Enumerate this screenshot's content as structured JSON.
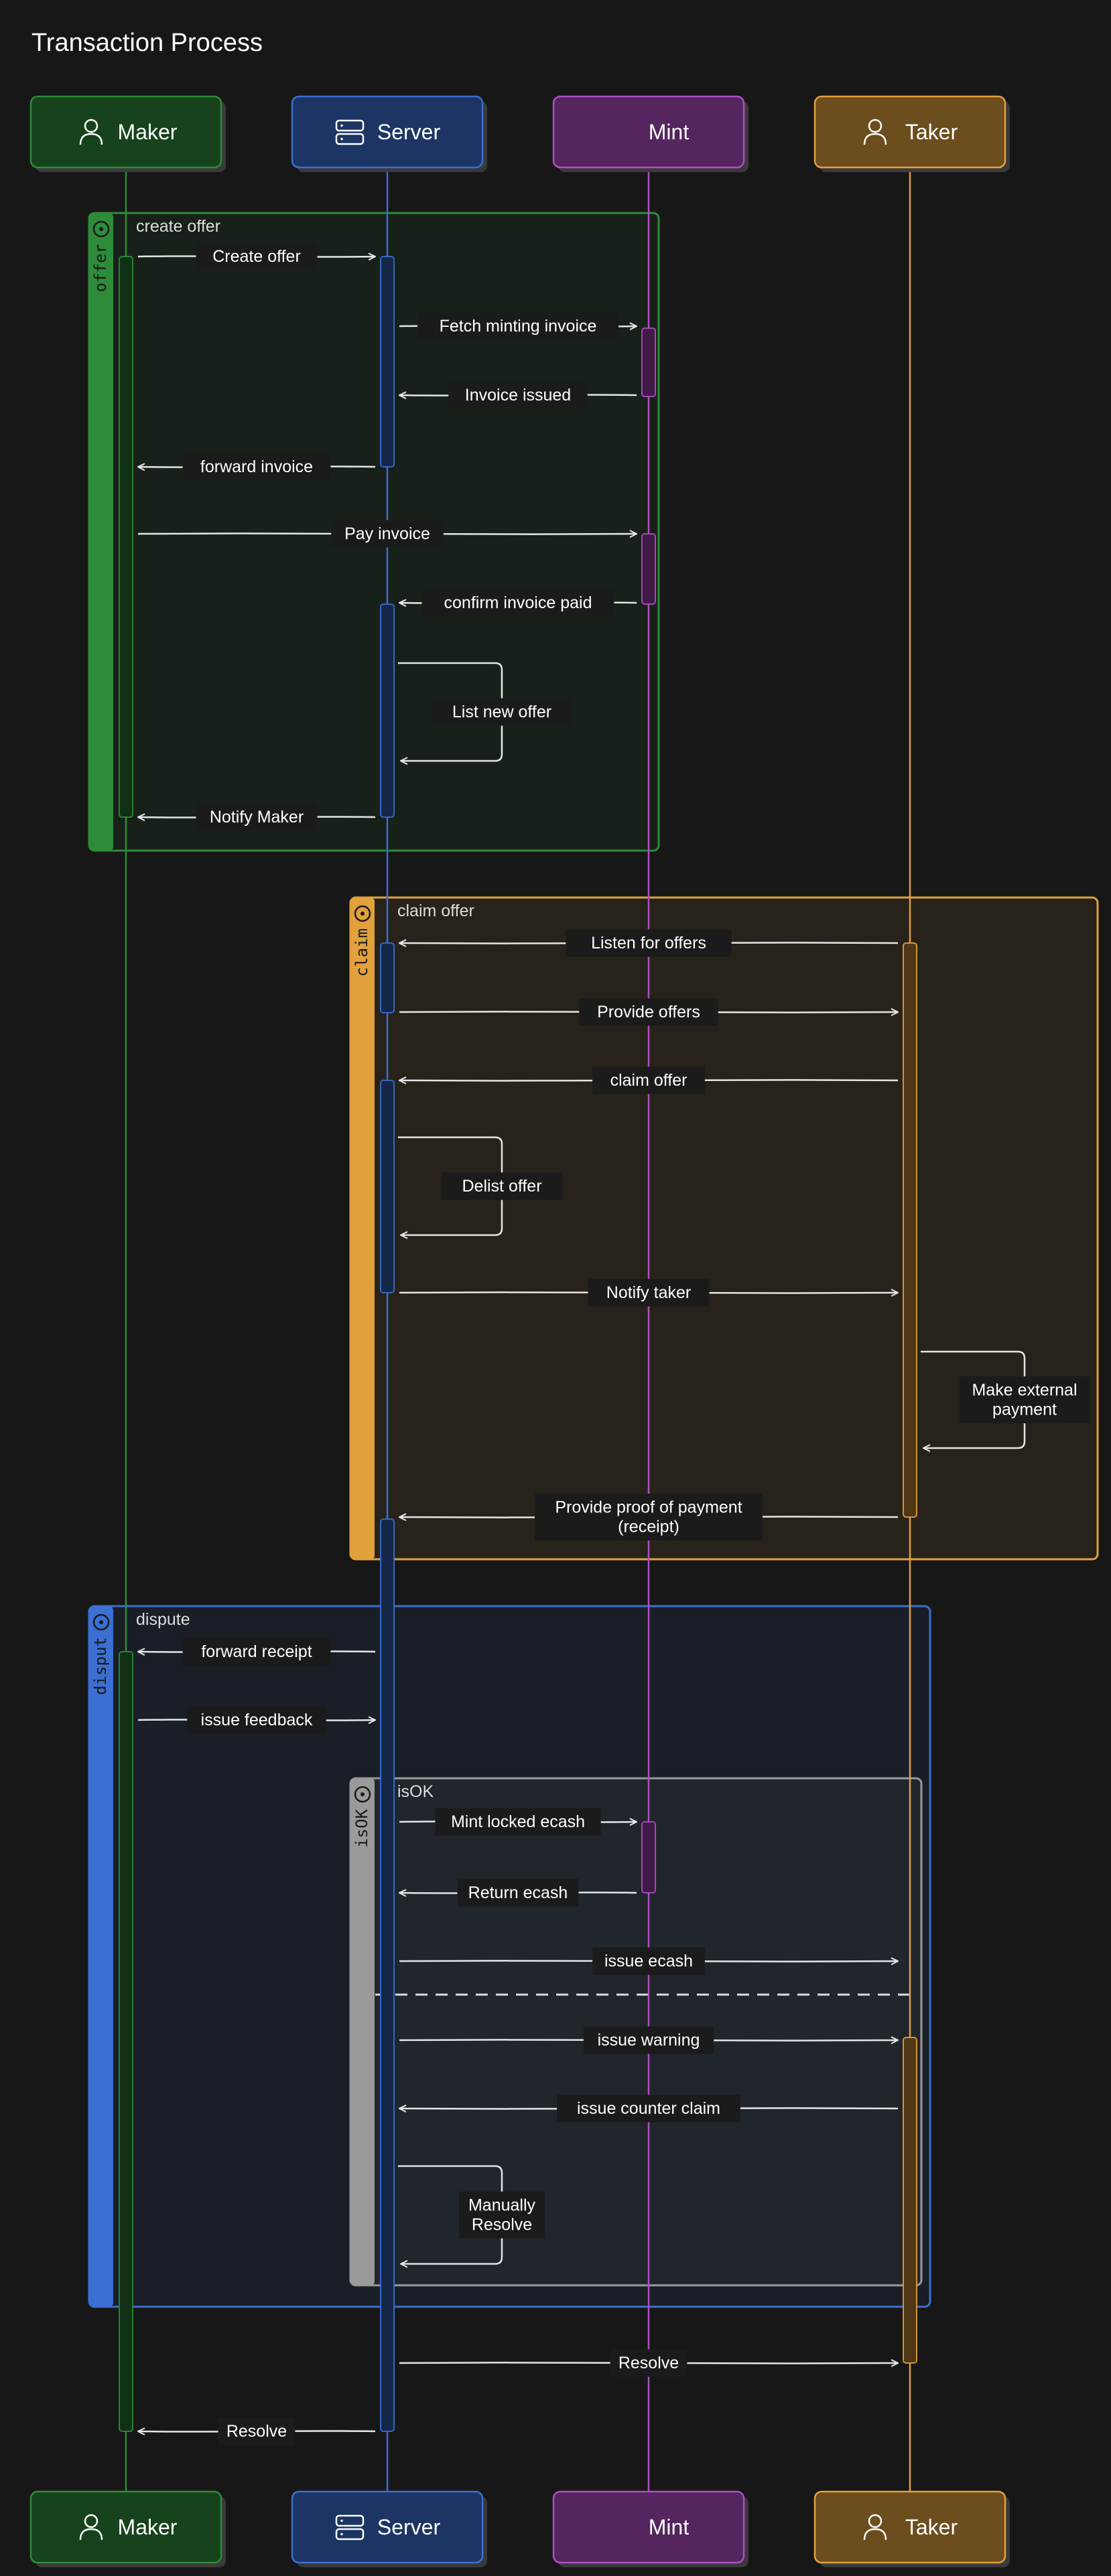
{
  "title": "Transaction Process",
  "colors": {
    "background": "#171717",
    "maker": "#2e8b3a",
    "server": "#3b6fd1",
    "mint": "#b04ec4",
    "taker": "#e2a13d",
    "neutral": "#9a9a9a",
    "arrow": "#e6e6e6",
    "label_bg": "#1b1b1b",
    "text": "#ffffff"
  },
  "participants": [
    {
      "id": "maker",
      "label": "Maker",
      "icon": "person-icon"
    },
    {
      "id": "server",
      "label": "Server",
      "icon": "server-icon"
    },
    {
      "id": "mint",
      "label": "Mint",
      "icon": "none"
    },
    {
      "id": "taker",
      "label": "Taker",
      "icon": "person-icon"
    }
  ],
  "groups": [
    {
      "id": "offer",
      "tab": "offer",
      "title": "create offer",
      "color": "maker"
    },
    {
      "id": "claim",
      "tab": "claim",
      "title": "claim offer",
      "color": "taker"
    },
    {
      "id": "disput",
      "tab": "disput",
      "title": "dispute",
      "color": "server"
    },
    {
      "id": "isOK",
      "tab": "isOK",
      "title": "isOK",
      "color": "neutral"
    }
  ],
  "messages": [
    {
      "from": "maker",
      "to": "server",
      "label": "Create offer"
    },
    {
      "from": "server",
      "to": "mint",
      "label": "Fetch minting invoice"
    },
    {
      "from": "mint",
      "to": "server",
      "label": "Invoice issued"
    },
    {
      "from": "server",
      "to": "maker",
      "label": "forward invoice"
    },
    {
      "from": "maker",
      "to": "mint",
      "label": "Pay invoice"
    },
    {
      "from": "mint",
      "to": "server",
      "label": "confirm invoice paid"
    },
    {
      "from": "server",
      "to": "server",
      "label": "List new offer"
    },
    {
      "from": "server",
      "to": "maker",
      "label": "Notify Maker"
    },
    {
      "from": "taker",
      "to": "server",
      "label": "Listen for offers"
    },
    {
      "from": "server",
      "to": "taker",
      "label": "Provide offers"
    },
    {
      "from": "taker",
      "to": "server",
      "label": "claim offer"
    },
    {
      "from": "server",
      "to": "server",
      "label": "Delist offer"
    },
    {
      "from": "server",
      "to": "taker",
      "label": "Notify taker"
    },
    {
      "from": "taker",
      "to": "taker",
      "label": "Make external payment"
    },
    {
      "from": "taker",
      "to": "server",
      "label": "Provide proof of payment (receipt)"
    },
    {
      "from": "server",
      "to": "maker",
      "label": "forward receipt"
    },
    {
      "from": "maker",
      "to": "server",
      "label": "issue feedback"
    },
    {
      "from": "server",
      "to": "mint",
      "label": "Mint locked ecash"
    },
    {
      "from": "mint",
      "to": "server",
      "label": "Return ecash"
    },
    {
      "from": "server",
      "to": "taker",
      "label": "issue ecash"
    },
    {
      "from": "server",
      "to": "taker",
      "label": "issue warning"
    },
    {
      "from": "taker",
      "to": "server",
      "label": "issue counter claim"
    },
    {
      "from": "server",
      "to": "server",
      "label": "Manually Resolve"
    },
    {
      "from": "server",
      "to": "taker",
      "label": "Resolve"
    },
    {
      "from": "server",
      "to": "maker",
      "label": "Resolve"
    }
  ]
}
